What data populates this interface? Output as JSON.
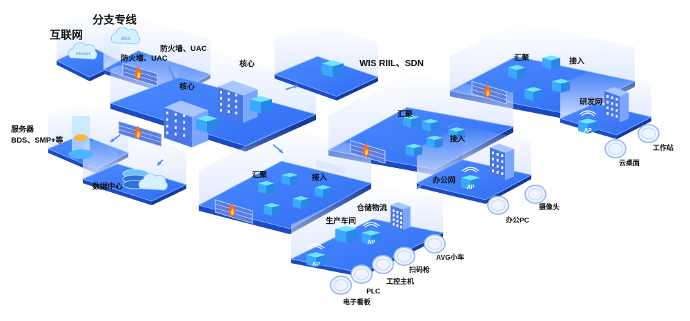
{
  "labels": {
    "internet": "互联网",
    "branch": "分支专线",
    "fw_uac_1": "防火墙、UAC",
    "fw_uac_2": "防火墙、UAC",
    "core_1": "核心",
    "core_2": "核心",
    "server": "服务器",
    "server_sub": "BDS、SMP+等",
    "datacenter": "数据中心",
    "wis": "WIS RIIL、SDN",
    "agg_top": "汇聚",
    "access_top": "接入",
    "rnd_net": "研发网",
    "workstation": "工作站",
    "cloud_desktop": "云桌面",
    "agg_mid": "汇聚",
    "access_mid": "接入",
    "office_net": "办公网",
    "office_pc": "办公PC",
    "camera": "摄像头",
    "agg_low": "汇聚",
    "access_low": "接入",
    "warehouse": "仓储物流",
    "workshop": "生产车间",
    "agv": "AVG小车",
    "scanner": "扫码枪",
    "ipc": "工控主机",
    "plc": "PLC",
    "board": "电子看板"
  },
  "device_text": {
    "internet_cloud": "Internet",
    "wan_cloud": "WAN",
    "ap": "AP"
  },
  "colors": {
    "platform_top": "#2f6df2",
    "platform_side": "#1c49c4",
    "glow": "#dfe9ff",
    "device_blue": "#3aa8ff",
    "device_cyan": "#6fe6ff",
    "firewall": "#5a7fe0",
    "flame": "#ff6a1a",
    "arrow": "#4a90f0"
  }
}
